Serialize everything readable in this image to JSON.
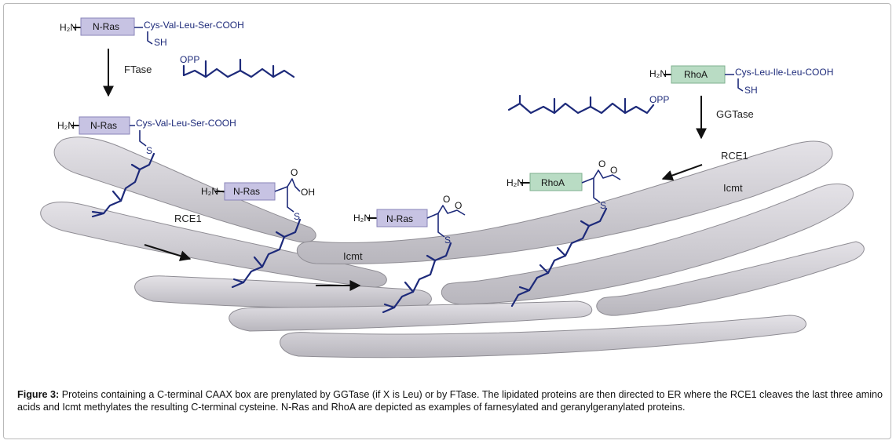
{
  "labels": {
    "ftase": "FTase",
    "ggtase": "GGTase",
    "rce1_left": "RCE1",
    "rce1_right": "RCE1",
    "icmt_left": "Icmt",
    "icmt_right": "Icmt",
    "opp_farnesyl": "OPP",
    "opp_geranyl": "OPP"
  },
  "proteins": {
    "nras": "N-Ras",
    "rhoa": "RhoA",
    "amine": "H₂N",
    "sh": "SH",
    "s": "S",
    "oh": "OH",
    "o": "O"
  },
  "sequences": {
    "nras_tail": "Cys-Val-Leu-Ser-COOH",
    "rhoa_tail": "Cys-Leu-Ile-Leu-COOH"
  },
  "colors": {
    "nras_box": "#c7c3e3",
    "rhoa_box": "#b9dcc4",
    "membrane": "#d2d0d5",
    "membrane_stroke": "#8f8d94",
    "chain": "#1d2a7a"
  },
  "caption": {
    "prefix": "Figure 3:",
    "text": " Proteins containing a C-terminal CAAX box are prenylated by GGTase (if X is Leu) or by FTase. The lipidated proteins are then directed to ER where the RCE1 cleaves the last three amino acids and Icmt methylates the resulting C-terminal cysteine. N-Ras and RhoA are depicted as examples of farnesylated and geranylgeranylated proteins."
  }
}
